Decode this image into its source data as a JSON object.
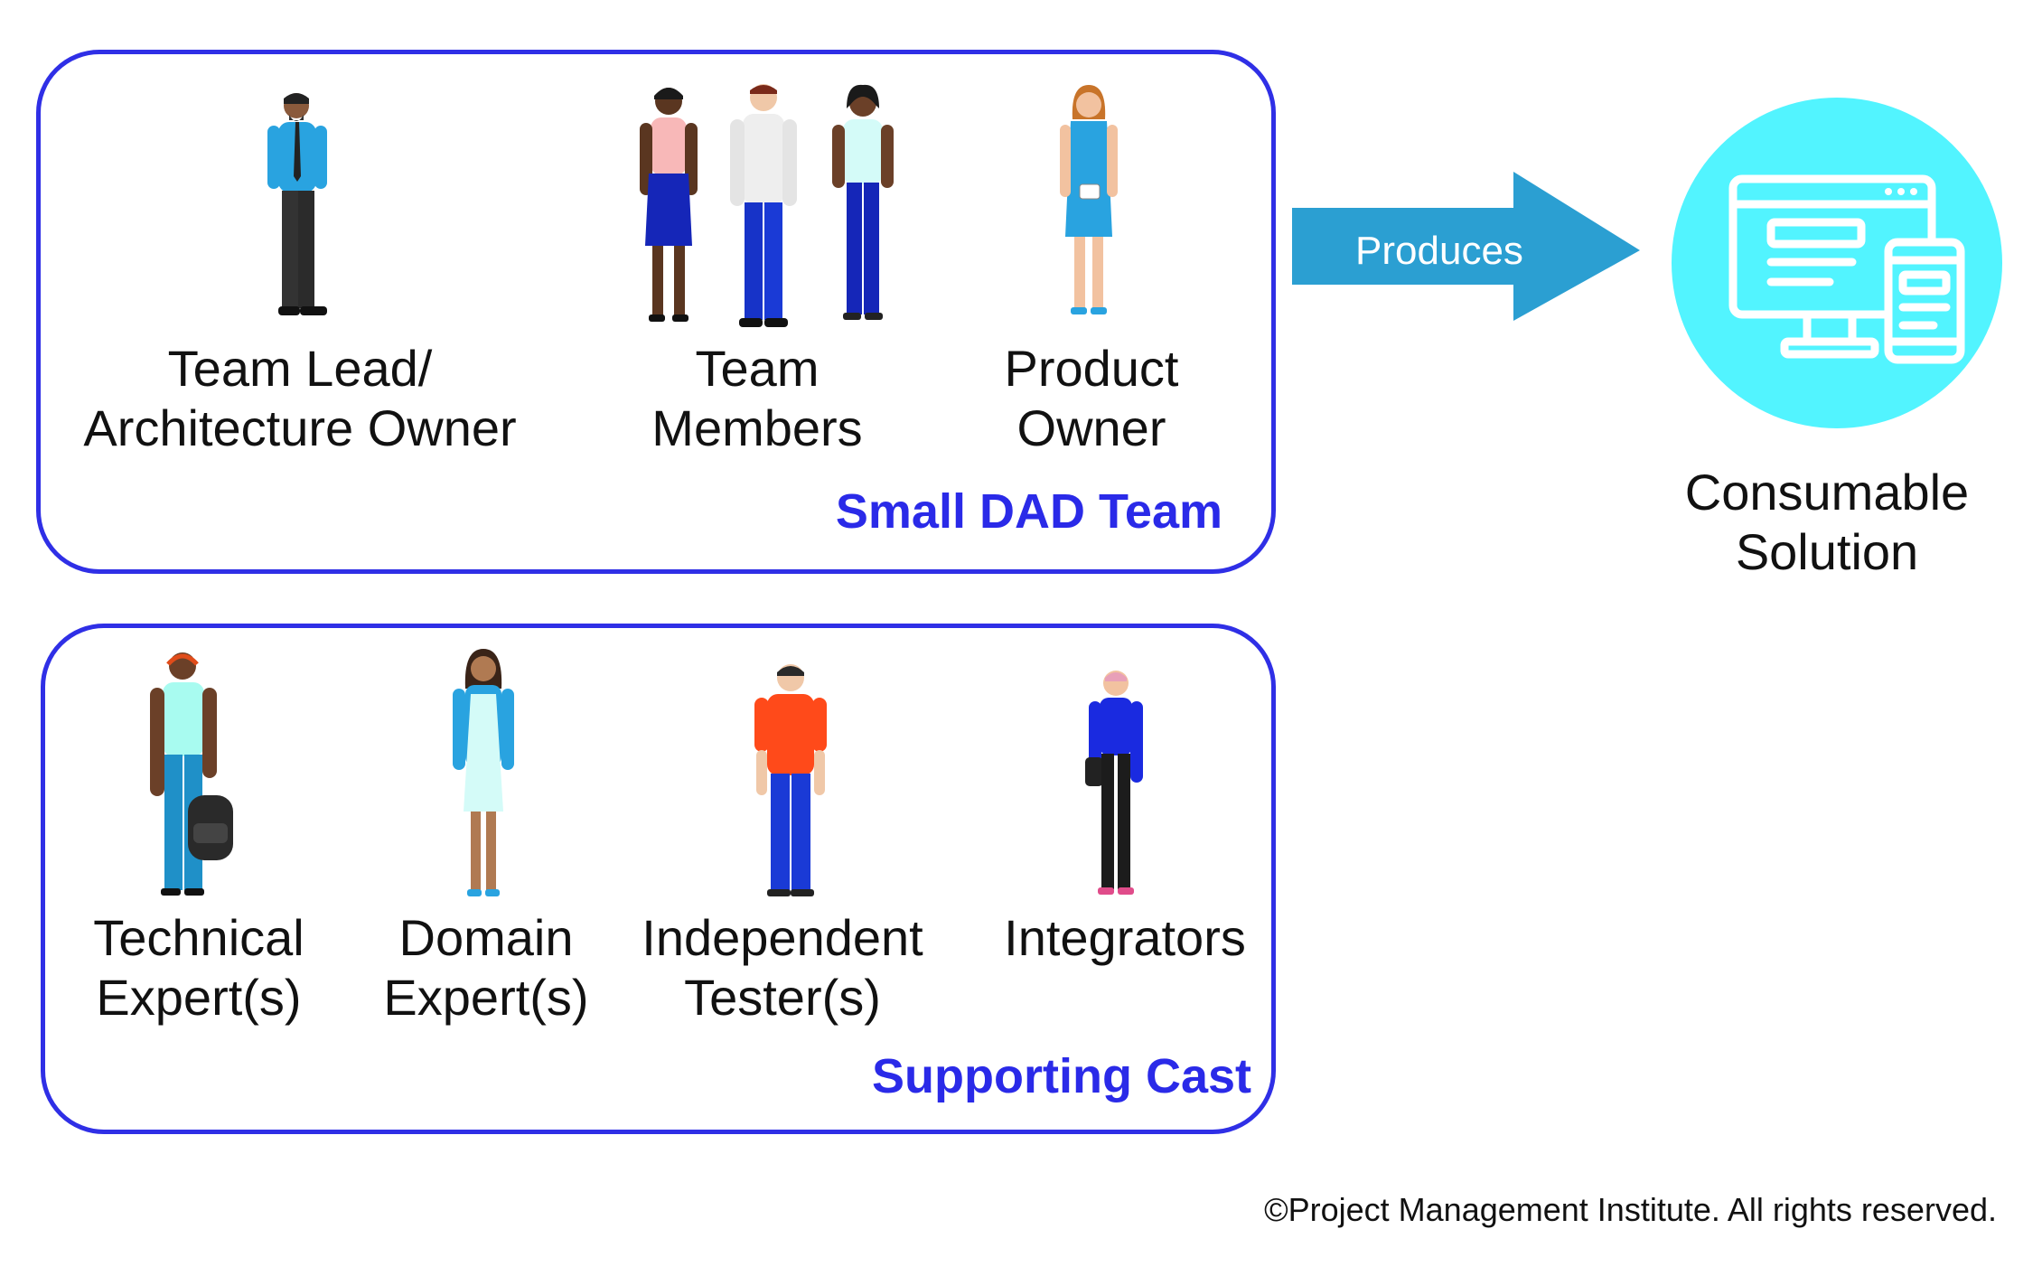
{
  "small_team": {
    "title": "Small DAD Team",
    "roles": [
      {
        "line1": "Team Lead/",
        "line2": "Architecture Owner"
      },
      {
        "line1": "Team",
        "line2": "Members"
      },
      {
        "line1": "Product",
        "line2": "Owner"
      }
    ]
  },
  "supporting_cast": {
    "title": "Supporting Cast",
    "roles": [
      {
        "line1": "Technical",
        "line2": "Expert(s)"
      },
      {
        "line1": "Domain",
        "line2": "Expert(s)"
      },
      {
        "line1": "Independent",
        "line2": "Tester(s)"
      },
      {
        "line1": "Integrators",
        "line2": ""
      }
    ]
  },
  "arrow": {
    "label": "Produces",
    "color": "#2b9fd2"
  },
  "solution": {
    "line1": "Consumable",
    "line2": "Solution",
    "circle_color": "#52f4ff",
    "icon": "desktop-and-mobile-screens-icon"
  },
  "copyright": "©Project Management Institute. All rights reserved.",
  "colors": {
    "border": "#2f2fe6",
    "title": "#2a2ae8"
  }
}
